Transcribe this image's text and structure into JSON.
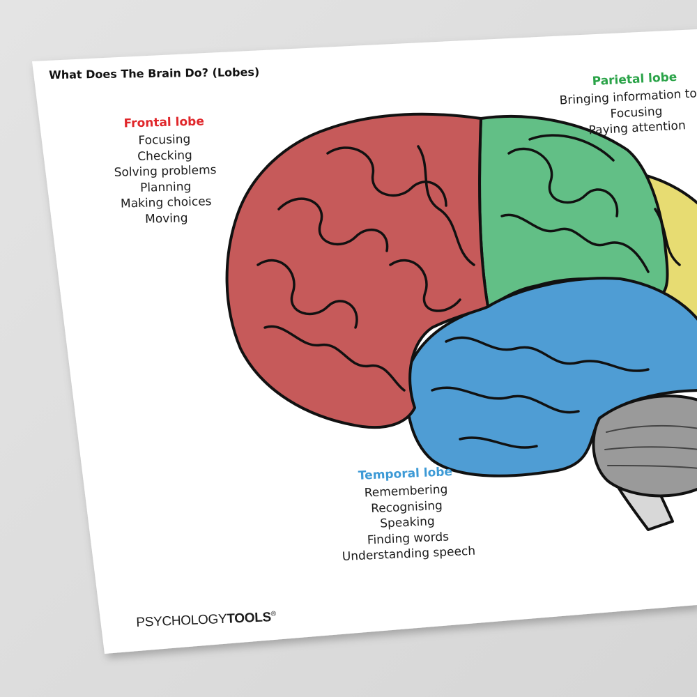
{
  "document": {
    "title": "What Does The Brain Do? (Lobes)"
  },
  "lobes": {
    "frontal": {
      "heading": "Frontal lobe",
      "color": "#e0262a",
      "fill": "#c65a5a",
      "items": [
        "Focusing",
        "Checking",
        "Solving problems",
        "Planning",
        "Making choices",
        "Moving"
      ]
    },
    "parietal": {
      "heading": "Parietal lobe",
      "color": "#2aa348",
      "fill": "#62bf86",
      "items": [
        "Bringing information toge",
        "Focusing",
        "Paying attention"
      ]
    },
    "temporal": {
      "heading": "Temporal lobe",
      "color": "#3d9ad6",
      "fill": "#4f9dd4",
      "items": [
        "Remembering",
        "Recognising",
        "Speaking",
        "Finding words",
        "Understanding speech"
      ]
    },
    "occipital": {
      "fill": "#e7dc72"
    }
  },
  "brand": {
    "name_light": "PSYCHOLOGY",
    "name_bold": "TOOLS",
    "mark": "®",
    "accent": "#2aa348"
  },
  "colors": {
    "background": "#dcdcdc",
    "sheet": "#ffffff",
    "outline": "#111111",
    "cerebellum": "#9a9a9a",
    "stem": "#d8d8d8"
  }
}
